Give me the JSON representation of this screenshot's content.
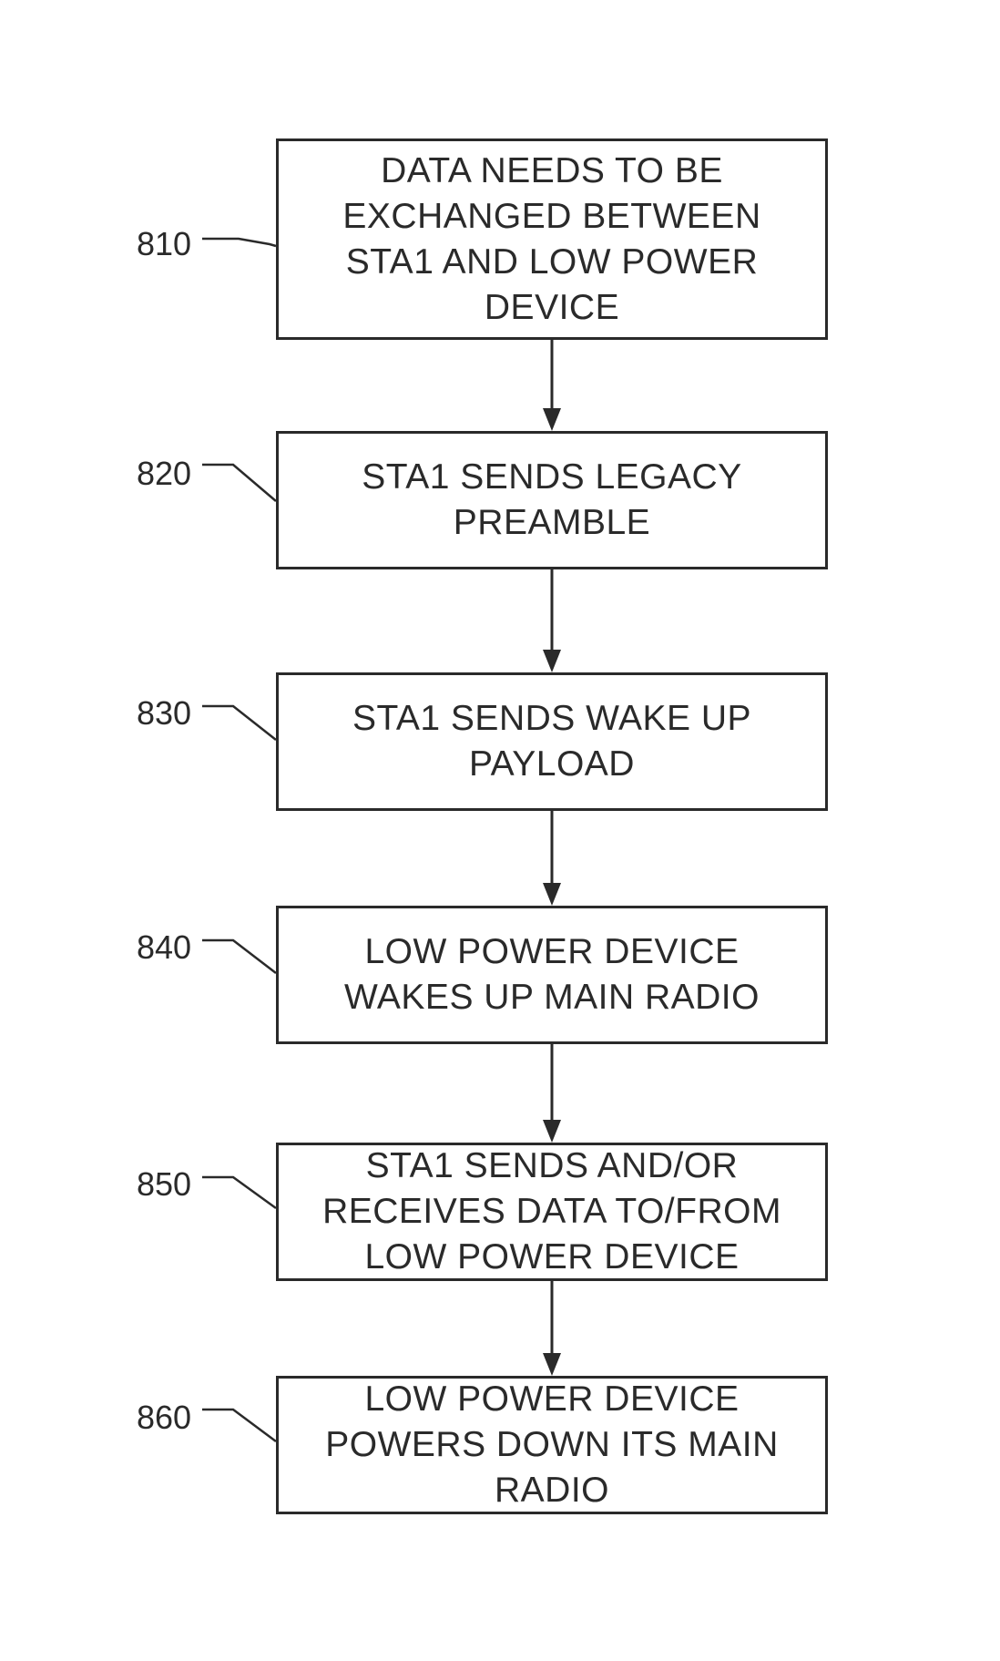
{
  "colors": {
    "ink": "#2a2a2a",
    "background": "#ffffff"
  },
  "steps": [
    {
      "ref": "810",
      "text": "DATA NEEDS TO BE\nEXCHANGED BETWEEN\nSTA1 AND LOW POWER\nDEVICE"
    },
    {
      "ref": "820",
      "text": "STA1 SENDS LEGACY\nPREAMBLE"
    },
    {
      "ref": "830",
      "text": "STA1 SENDS WAKE UP\nPAYLOAD"
    },
    {
      "ref": "840",
      "text": "LOW POWER DEVICE\nWAKES UP MAIN RADIO"
    },
    {
      "ref": "850",
      "text": "STA1 SENDS AND/OR\nRECEIVES DATA TO/FROM\nLOW POWER DEVICE"
    },
    {
      "ref": "860",
      "text": "LOW POWER DEVICE\nPOWERS DOWN ITS MAIN\nRADIO"
    }
  ]
}
